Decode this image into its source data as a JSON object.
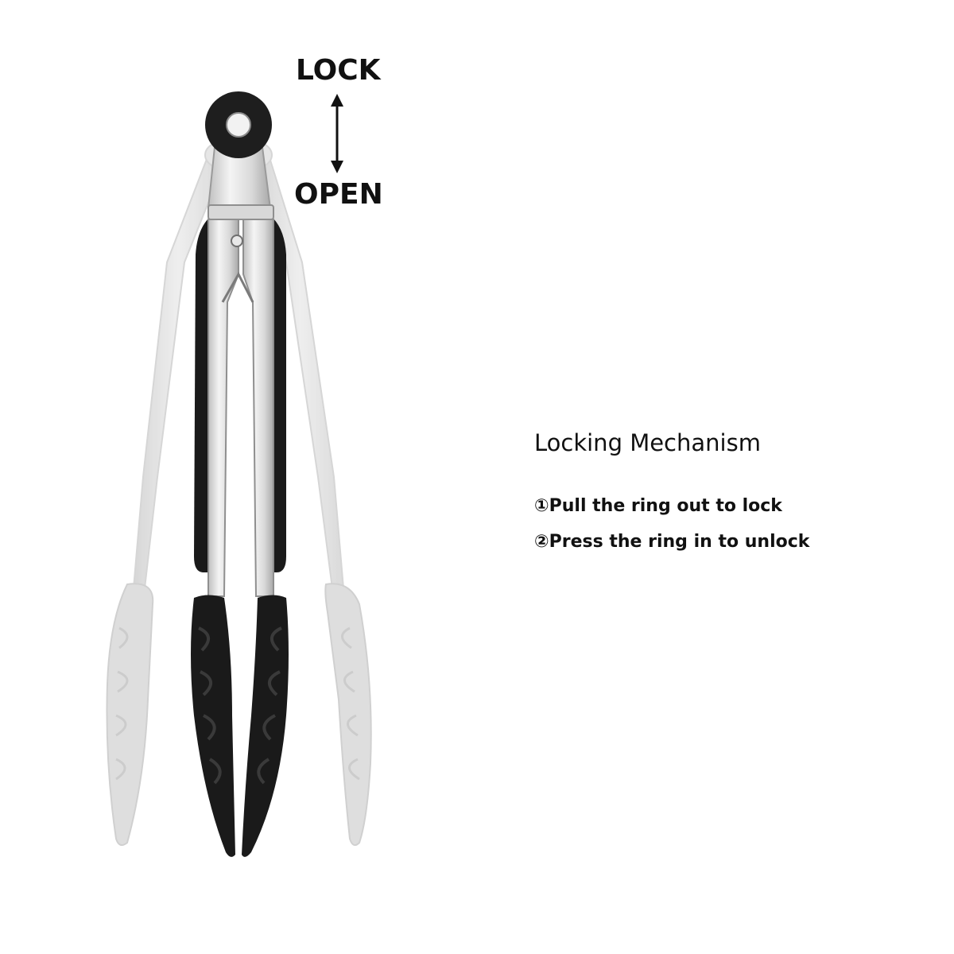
{
  "indicator": {
    "lock_label": "LOCK",
    "open_label": "OPEN",
    "arrow_icon": "double-arrow-vertical-icon"
  },
  "info": {
    "title": "Locking Mechanism",
    "steps": [
      "①Pull the ring out to lock",
      "②Press the ring in to unlock"
    ]
  },
  "colors": {
    "background": "#ffffff",
    "silicone_black": "#1a1a1a",
    "steel": "#e4e4e4",
    "ghost_tongs": "#dadada",
    "text": "#111111"
  }
}
